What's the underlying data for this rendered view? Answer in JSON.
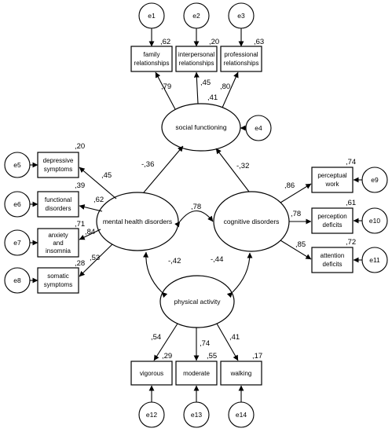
{
  "latent": {
    "social": "social functioning",
    "mental": "mental health disorders",
    "cognitive": "cognitive disorders",
    "physical": "physical activity"
  },
  "observed": {
    "family": [
      "family",
      "relationships"
    ],
    "interpersonal": [
      "interpersonal",
      "relationships"
    ],
    "professional": [
      "professional",
      "relationships"
    ],
    "depressive": [
      "depressive",
      "symptoms"
    ],
    "functional": [
      "functional",
      "disorders"
    ],
    "anxiety": [
      "anxiety",
      "and",
      "insomnia"
    ],
    "somatic": [
      "somatic",
      "symptoms"
    ],
    "perceptual": [
      "perceptual",
      "work"
    ],
    "perception": [
      "perception",
      "deficits"
    ],
    "attention": [
      "attention",
      "deficits"
    ],
    "vigorous": [
      "vigorous"
    ],
    "moderate": [
      "moderate"
    ],
    "walking": [
      "walking"
    ]
  },
  "errors": {
    "e1": "e1",
    "e2": "e2",
    "e3": "e3",
    "e4": "e4",
    "e5": "e5",
    "e6": "e6",
    "e7": "e7",
    "e8": "e8",
    "e9": "e9",
    "e10": "e10",
    "e11": "e11",
    "e12": "e12",
    "e13": "e13",
    "e14": "e14"
  },
  "r2": {
    "family": ",62",
    "interpersonal": ",20",
    "professional": ",63",
    "social": ",41",
    "depressive": ",20",
    "functional": ",39",
    "anxiety": ",71",
    "somatic": ",28",
    "perceptual": ",74",
    "perception": ",61",
    "attention": ",72",
    "vigorous": ",29",
    "moderate": ",55",
    "walking": ",17"
  },
  "loadings": {
    "social_family": ",79",
    "social_interpersonal": ",45",
    "social_professional": ",80",
    "mental_depressive": ",45",
    "mental_functional": ",62",
    "mental_anxiety": ",84",
    "mental_somatic": ",53",
    "cognitive_perceptual": ",86",
    "cognitive_perception": ",78",
    "cognitive_attention": ",85",
    "physical_vigorous": ",54",
    "physical_moderate": ",74",
    "physical_walking": ",41"
  },
  "paths": {
    "mental_social": "-,36",
    "cognitive_social": "-,32",
    "mental_cognitive": ",78",
    "physical_mental": "-,42",
    "physical_cognitive": "-,44"
  }
}
